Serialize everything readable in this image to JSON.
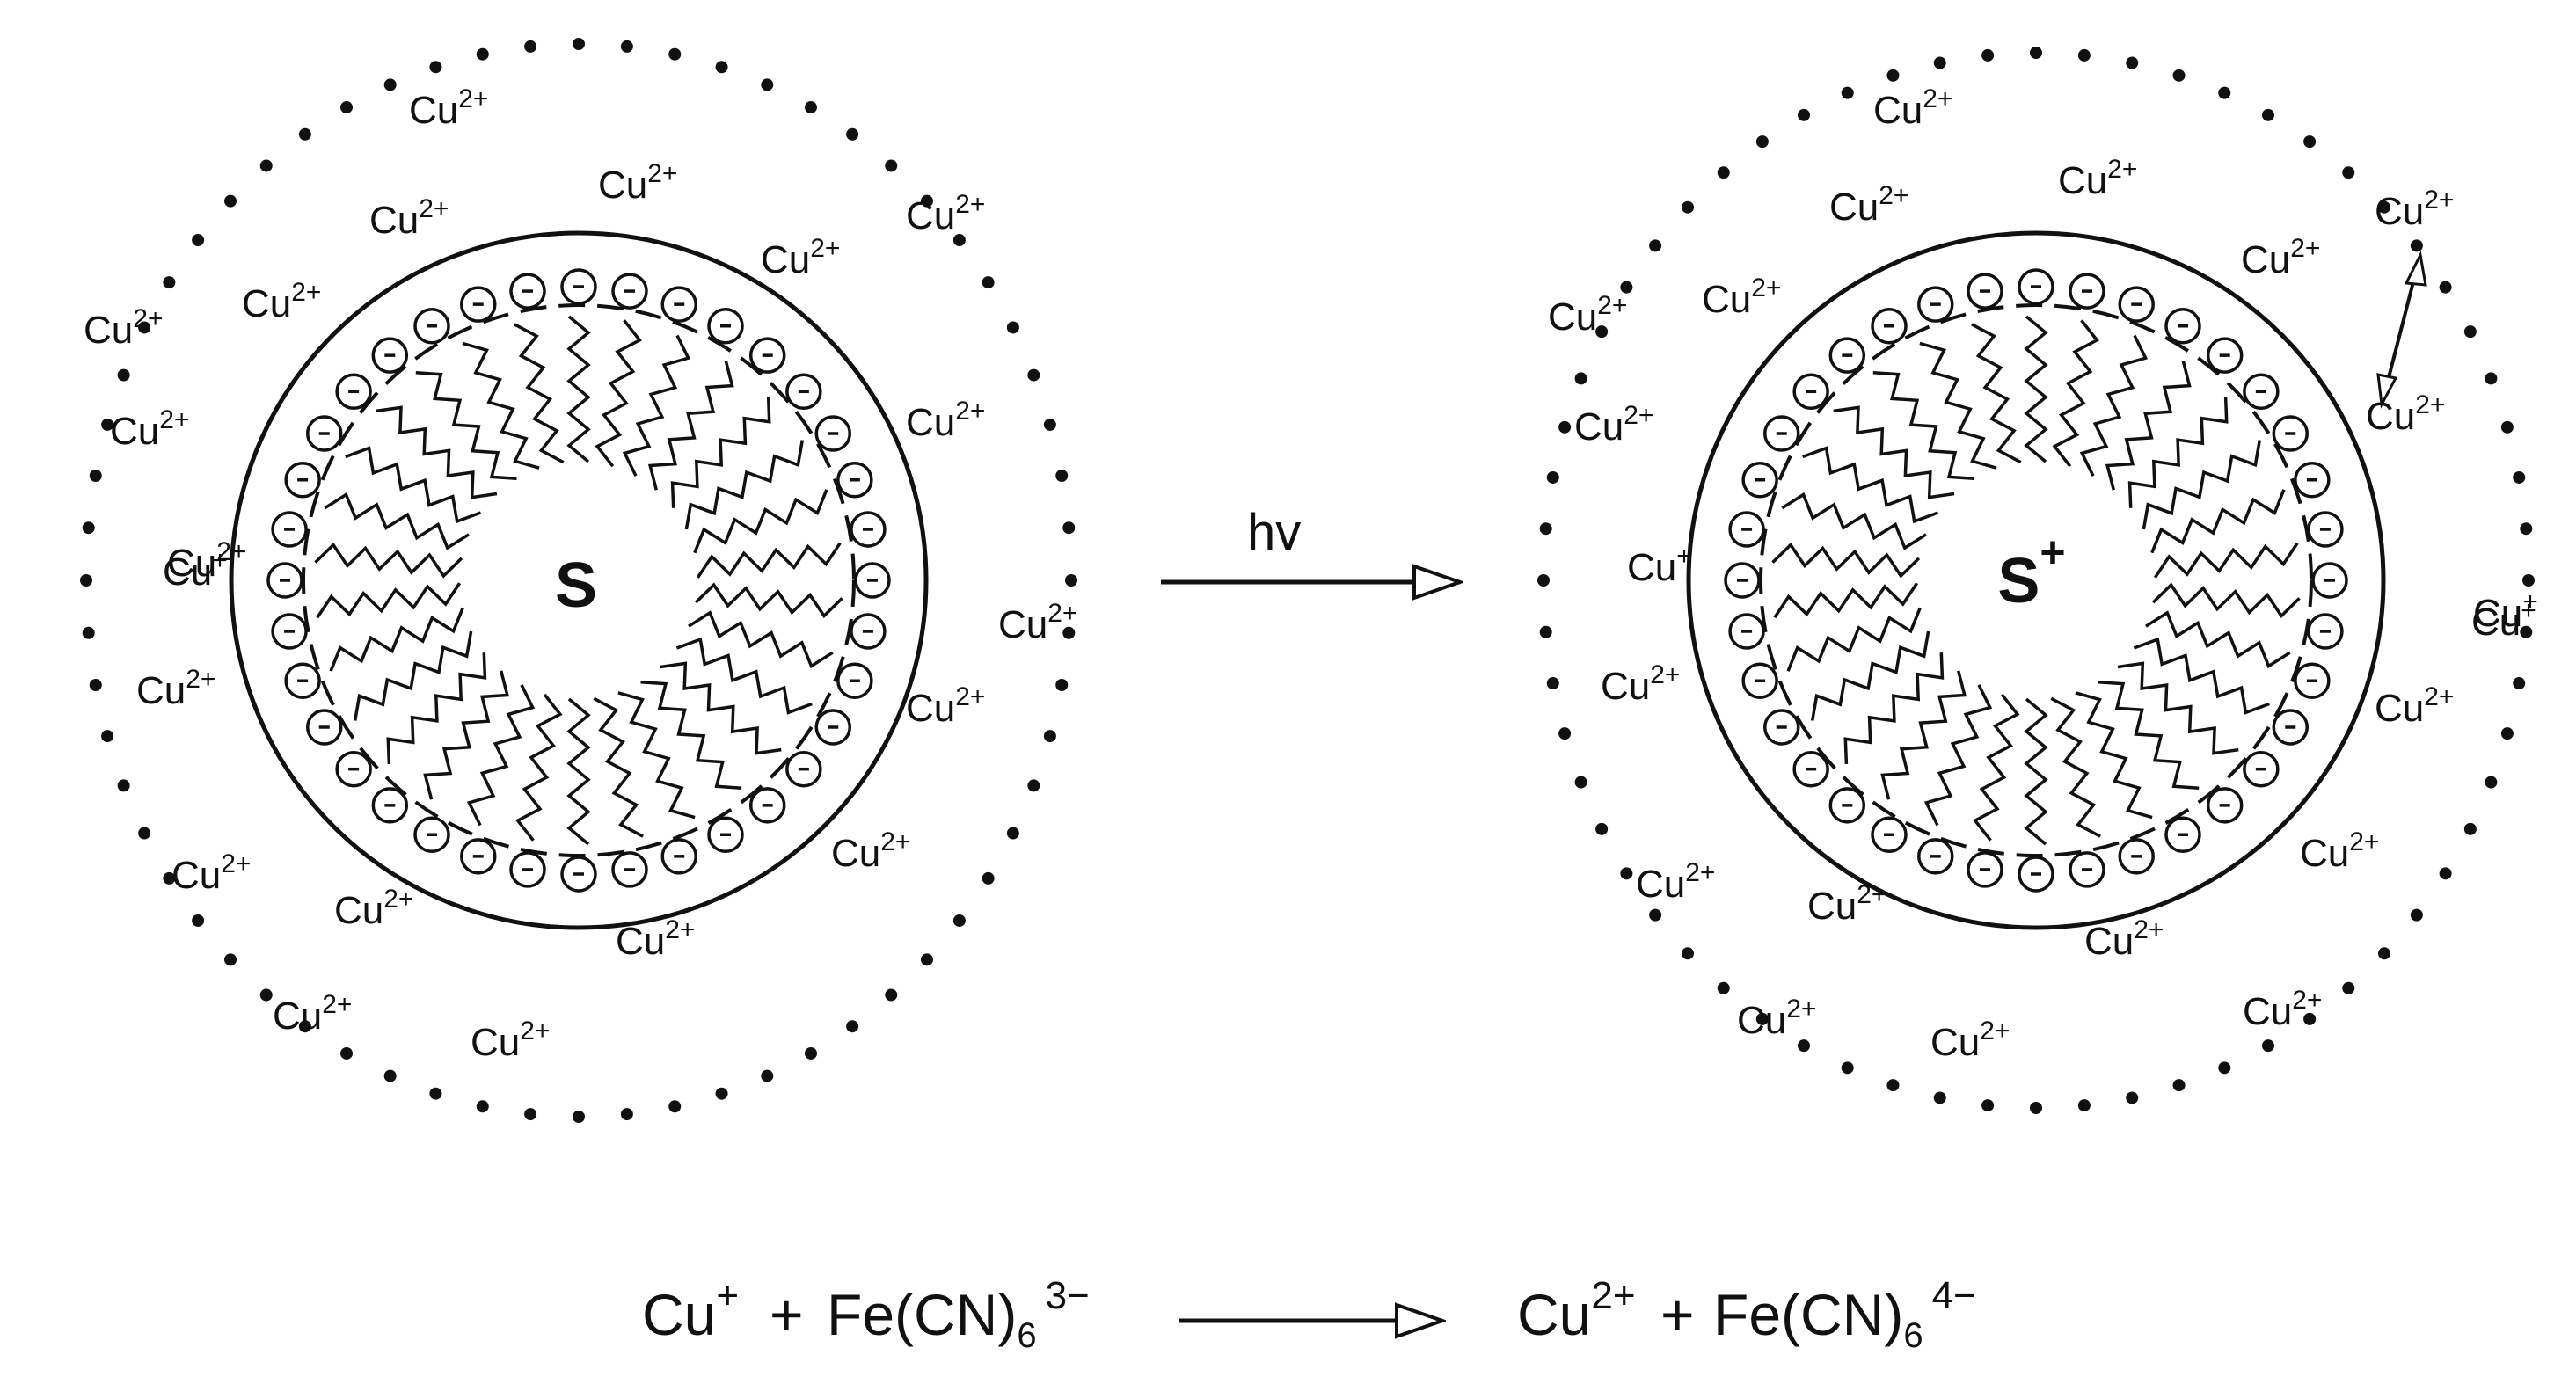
{
  "photo_arrow_label": "hv",
  "micelles": [
    {
      "core_label": "S",
      "core_charge": "",
      "outer_ions": [
        {
          "base": "Cu",
          "charge": "2+"
        },
        {
          "base": "Cu",
          "charge": "2+"
        },
        {
          "base": "Cu",
          "charge": "2+"
        },
        {
          "base": "Cu",
          "charge": "2+"
        },
        {
          "base": "Cu",
          "charge": "2+"
        },
        {
          "base": "Cu",
          "charge": "2+"
        },
        {
          "base": "Cu",
          "charge": "2+"
        },
        {
          "base": "Cu",
          "charge": "2+"
        },
        {
          "base": "Cu",
          "charge": "2+"
        },
        {
          "base": "Cu",
          "charge": "2+"
        },
        {
          "base": "Cu",
          "charge": "2+"
        },
        {
          "base": "Cu",
          "charge": "2+"
        },
        {
          "base": "Cu",
          "charge": "2+"
        },
        {
          "base": "Cu",
          "charge": "2+"
        },
        {
          "base": "Cu",
          "charge": "2+"
        },
        {
          "base": "Cu",
          "charge": "2+"
        },
        {
          "base": "Cu",
          "charge": "2+"
        },
        {
          "base": "Cu",
          "charge": "2+"
        },
        {
          "base": "Cu",
          "charge": "2+"
        },
        {
          "base": "Cu",
          "charge": "+"
        }
      ]
    },
    {
      "core_label": "S",
      "core_charge": "+",
      "outer_ions": [
        {
          "base": "Cu",
          "charge": "2+"
        },
        {
          "base": "Cu",
          "charge": "2+"
        },
        {
          "base": "Cu",
          "charge": "2+"
        },
        {
          "base": "Cu",
          "charge": "2+"
        },
        {
          "base": "Cu",
          "charge": "2+"
        },
        {
          "base": "Cu",
          "charge": "2+"
        },
        {
          "base": "Cu",
          "charge": "2+"
        },
        {
          "base": "Cu",
          "charge": "2+"
        },
        {
          "base": "Cu",
          "charge": "2+"
        },
        {
          "base": "Cu",
          "charge": "2+"
        },
        {
          "base": "Cu",
          "charge": "2+"
        },
        {
          "base": "Cu",
          "charge": "2+"
        },
        {
          "base": "Cu",
          "charge": "2+"
        },
        {
          "base": "Cu",
          "charge": "2+"
        },
        {
          "base": "Cu",
          "charge": "2+"
        },
        {
          "base": "Cu",
          "charge": "2+"
        },
        {
          "base": "Cu",
          "charge": "2+"
        },
        {
          "base": "Cu",
          "charge": "2+"
        },
        {
          "base": "Cu",
          "charge": "+"
        },
        {
          "base": "Cu",
          "charge": "+"
        },
        {
          "base": "Cu",
          "charge": "+"
        }
      ]
    }
  ],
  "equation": {
    "reactant_1": {
      "base": "Cu",
      "sup": "+"
    },
    "plus_1": "+",
    "reactant_2": {
      "base": "Fe(CN)",
      "sub": "6",
      "sup": "3−"
    },
    "product_1": {
      "base": "Cu",
      "sup": "2+"
    },
    "plus_2": "+",
    "product_2": {
      "base": "Fe(CN)",
      "sub": "6",
      "sup": "4−"
    }
  }
}
